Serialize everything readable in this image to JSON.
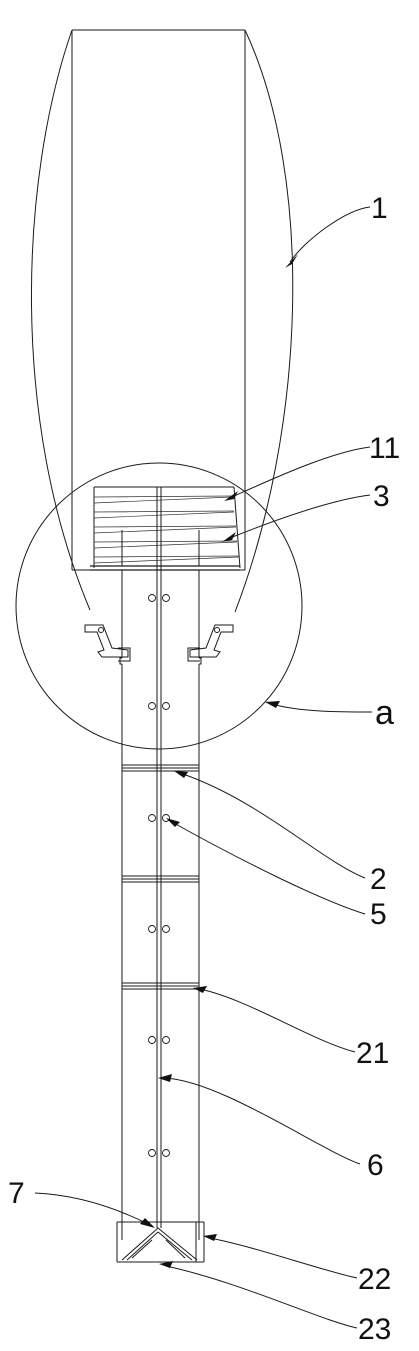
{
  "labels": {
    "l1": "1",
    "l11": "11",
    "l3": "3",
    "la": "a",
    "l2": "2",
    "l5": "5",
    "l21": "21",
    "l6": "6",
    "l7": "7",
    "l22": "22",
    "l23": "23"
  }
}
